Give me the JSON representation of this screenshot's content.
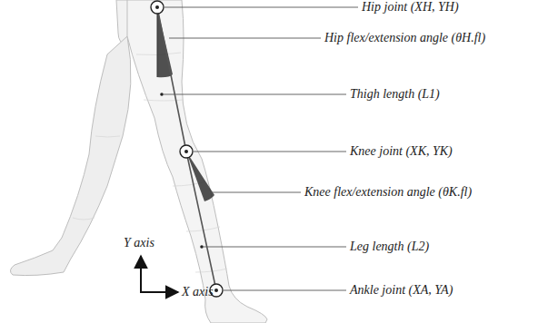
{
  "diagram": {
    "labels": [
      "Hip joint (XH, YH)",
      "Hip flex/extension angle (θH.fl)",
      "Thigh length (L1)",
      "Knee joint (XK, YK)",
      "Knee flex/extension angle (θK.fl)",
      "Leg length (L2)",
      "Ankle joint (XA, YA)",
      "Y axis",
      "X axis"
    ]
  }
}
